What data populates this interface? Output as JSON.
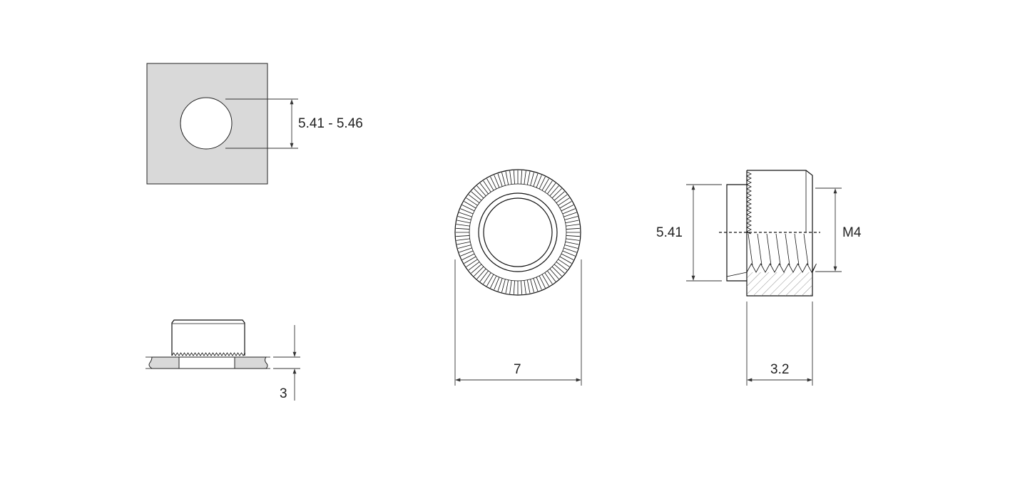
{
  "views": {
    "panel_hole": {
      "dimension_label": "5.41 - 5.46"
    },
    "installed": {
      "dimension_label": "3"
    },
    "front": {
      "dimension_label": "7"
    },
    "side": {
      "height_label": "5.41",
      "thread_label": "M4",
      "length_label": "3.2"
    }
  },
  "colors": {
    "panel_fill": "#d9d9d9",
    "line": "#111111",
    "dimension_line": "#333333",
    "background": "#ffffff"
  }
}
